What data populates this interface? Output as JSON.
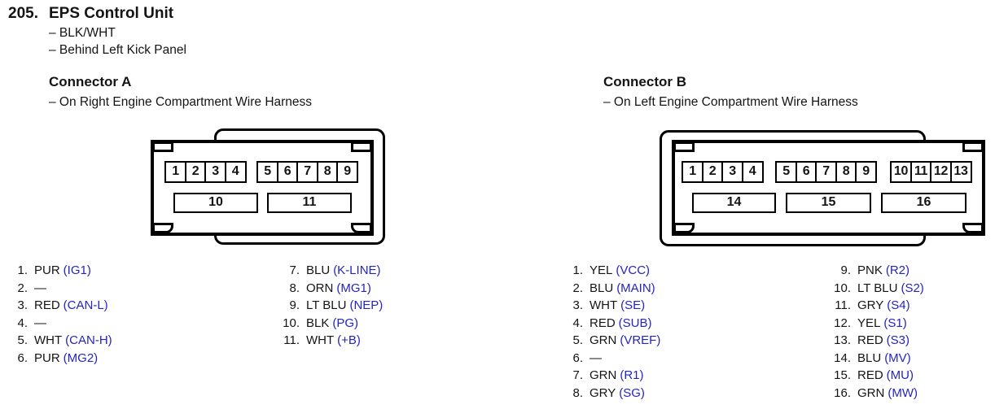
{
  "colors": {
    "signal_blue": "#2424c0",
    "line_black": "#000000"
  },
  "header": {
    "item_number": "205.",
    "title": "EPS Control Unit",
    "details": [
      "– BLK/WHT",
      "– Behind Left Kick Panel"
    ]
  },
  "connector_a": {
    "title": "Connector A",
    "subtitle": "– On Right Engine Compartment Wire Harness",
    "diagram": {
      "top_groups": [
        [
          "1",
          "2",
          "3",
          "4"
        ],
        [
          "5",
          "6",
          "7",
          "8",
          "9"
        ]
      ],
      "bottom_pins": [
        "10",
        "11"
      ]
    },
    "pins_left": [
      {
        "num": "1.",
        "color": "PUR",
        "signal": "(IG1)"
      },
      {
        "num": "2.",
        "color": "—",
        "signal": ""
      },
      {
        "num": "3.",
        "color": "RED",
        "signal": "(CAN-L)"
      },
      {
        "num": "4.",
        "color": "—",
        "signal": ""
      },
      {
        "num": "5.",
        "color": "WHT",
        "signal": "(CAN-H)"
      },
      {
        "num": "6.",
        "color": "PUR",
        "signal": "(MG2)"
      }
    ],
    "pins_right": [
      {
        "num": "7.",
        "color": "BLU",
        "signal": "(K-LINE)"
      },
      {
        "num": "8.",
        "color": "ORN",
        "signal": "(MG1)"
      },
      {
        "num": "9.",
        "color": "LT BLU",
        "signal": "(NEP)"
      },
      {
        "num": "10.",
        "color": "BLK",
        "signal": "(PG)"
      },
      {
        "num": "11.",
        "color": "WHT",
        "signal": "(+B)"
      }
    ]
  },
  "connector_b": {
    "title": "Connector B",
    "subtitle": "– On Left Engine Compartment Wire Harness",
    "diagram": {
      "top_groups": [
        [
          "1",
          "2",
          "3",
          "4"
        ],
        [
          "5",
          "6",
          "7",
          "8",
          "9"
        ],
        [
          "10",
          "11",
          "12",
          "13"
        ]
      ],
      "bottom_pins": [
        "14",
        "15",
        "16"
      ]
    },
    "pins_left": [
      {
        "num": "1.",
        "color": "YEL",
        "signal": "(VCC)"
      },
      {
        "num": "2.",
        "color": "BLU",
        "signal": "(MAIN)"
      },
      {
        "num": "3.",
        "color": "WHT",
        "signal": "(SE)"
      },
      {
        "num": "4.",
        "color": "RED",
        "signal": "(SUB)"
      },
      {
        "num": "5.",
        "color": "GRN",
        "signal": "(VREF)"
      },
      {
        "num": "6.",
        "color": "—",
        "signal": ""
      },
      {
        "num": "7.",
        "color": "GRN",
        "signal": "(R1)"
      },
      {
        "num": "8.",
        "color": "GRY",
        "signal": "(SG)"
      }
    ],
    "pins_right": [
      {
        "num": "9.",
        "color": "PNK",
        "signal": "(R2)"
      },
      {
        "num": "10.",
        "color": "LT BLU",
        "signal": "(S2)"
      },
      {
        "num": "11.",
        "color": "GRY",
        "signal": "(S4)"
      },
      {
        "num": "12.",
        "color": "YEL",
        "signal": "(S1)"
      },
      {
        "num": "13.",
        "color": "RED",
        "signal": "(S3)"
      },
      {
        "num": "14.",
        "color": "BLU",
        "signal": "(MV)"
      },
      {
        "num": "15.",
        "color": "RED",
        "signal": "(MU)"
      },
      {
        "num": "16.",
        "color": "GRN",
        "signal": "(MW)"
      }
    ]
  }
}
